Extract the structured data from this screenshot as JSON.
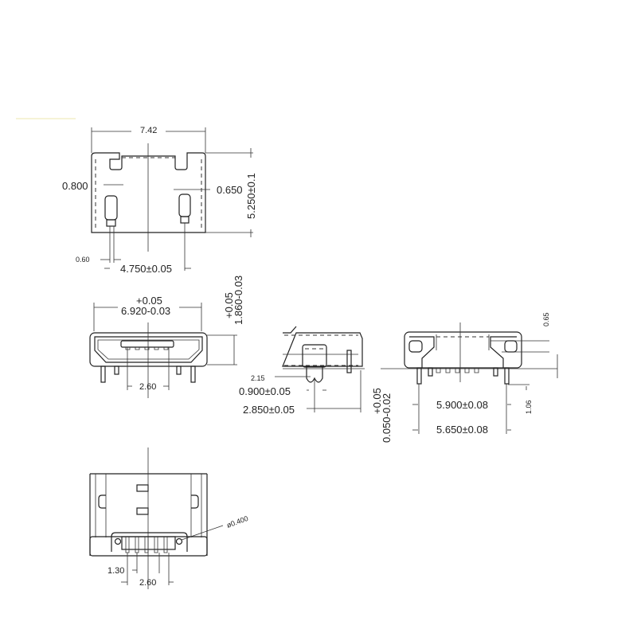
{
  "top_view": {
    "width": "7.42",
    "left_pin": "0.800",
    "right_pin": "0.650",
    "height": "5.250±0.1",
    "pin_width": "0.60",
    "pin_spacing": "4.750±0.05"
  },
  "front_view": {
    "width_tol": "+0.05",
    "width": "6.920-0.03",
    "height_tol": "+0.05",
    "height": "1.860-0.03",
    "pitch": "2.60"
  },
  "side_view": {
    "offset": "2.15",
    "tab": "0.900±0.05",
    "depth": "2.850±0.05"
  },
  "rear_view": {
    "top": "0.65",
    "thickness_tol": "+0.05",
    "thickness": "0.050-0.02",
    "outer": "5.900±0.08",
    "pin_len": "1.06",
    "inner": "5.650±0.08"
  },
  "bottom_view": {
    "hole": "ø0.400",
    "pitch_small": "1.30",
    "pitch": "2.60"
  },
  "colors": {
    "line": "#222222",
    "background": "#ffffff"
  }
}
